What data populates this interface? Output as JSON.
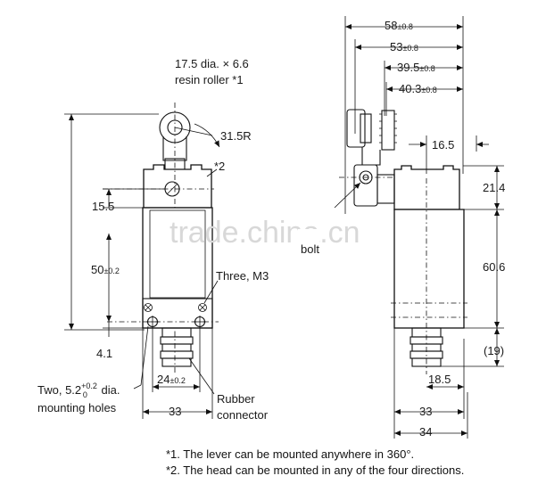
{
  "labels": {
    "roller": "17.5 dia. × 6.6",
    "roller2": "resin roller *1",
    "radius": "31.5R",
    "star2": "*2",
    "d155": "15.5",
    "d50": "50",
    "d50tol": "±0.2",
    "d41": "4.1",
    "three_m3": "Three, M3",
    "holes_pre": "Two, 5.2",
    "holes_sup": "+0.2",
    "holes_sub": "0",
    "holes_post": " dia.",
    "holes2": "mounting holes",
    "d24": "24",
    "d24tol": "±0.2",
    "d33_front": "33",
    "rubber": "Rubber",
    "connector": "connector",
    "d58": "58",
    "d58tol": "±0.8",
    "d53": "53",
    "d53tol": "±0.8",
    "d395": "39.5",
    "d395tol": "±0.8",
    "d403": "40.3",
    "d403tol": "±0.8",
    "d165": "16.5",
    "d214": "21.4",
    "d606": "60.6",
    "d19": "(19)",
    "d185": "18.5",
    "d33_side": "33",
    "d34": "34",
    "bolt": "bolt",
    "watermark": "trade.china.cn"
  },
  "notes": {
    "note1": "*1. The lever can be mounted anywhere in 360°.",
    "note2": "*2. The head can be mounted in any of the four directions."
  }
}
